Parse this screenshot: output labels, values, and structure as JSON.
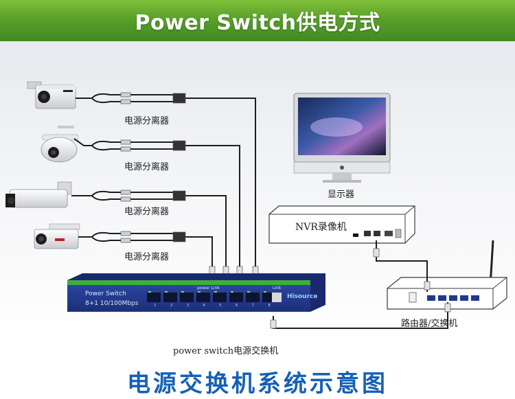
{
  "banner": {
    "title": "Power Switch供电方式"
  },
  "splitter_label": "电源分离器",
  "monitor_label": "显示器",
  "nvr": {
    "label": "NVR录像机"
  },
  "router_label": "路由器/交换机",
  "switch": {
    "brand": "Power Switch",
    "spec": "8+1 10/100Mbps",
    "port_group_label": "power Link",
    "uplink_label": "Link",
    "logo": "Hisource",
    "port_numbers": [
      "1",
      "2",
      "3",
      "4",
      "5",
      "6",
      "7",
      "8"
    ],
    "caption": "power switch电源交换机"
  },
  "footer": {
    "title": "电源交换机系统示意图"
  },
  "colors": {
    "banner_green": "#5aa02a",
    "switch_body": "#233a8c",
    "switch_stripe": "#3fae3a",
    "footer_blue": "#1560b8"
  }
}
